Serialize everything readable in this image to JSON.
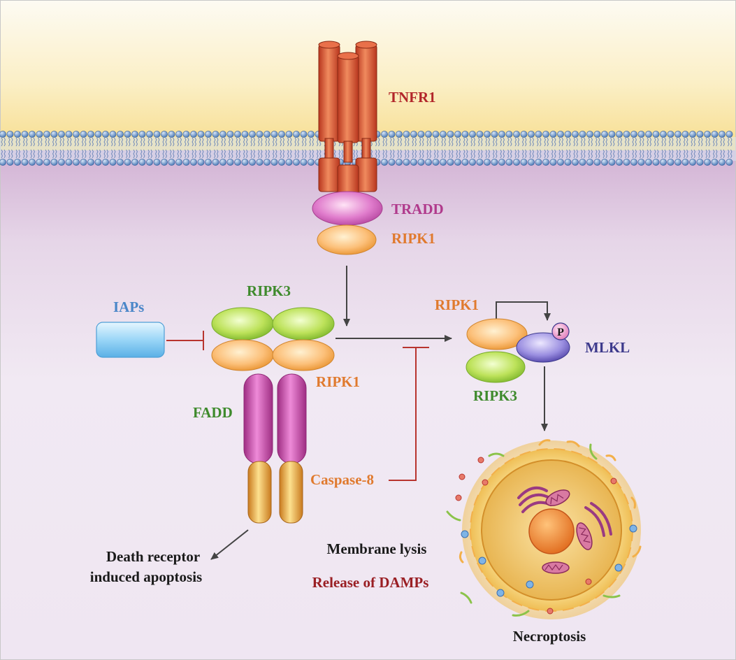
{
  "labels": {
    "tnfr1": "TNFR1",
    "tradd": "TRADD",
    "ripk1_top": "RIPK1",
    "iaps": "IAPs",
    "ripk3_complex": "RIPK3",
    "ripk1_complex": "RIPK1",
    "fadd": "FADD",
    "caspase8": "Caspase-8",
    "ripk1_necrosome": "RIPK1",
    "phospho": "P",
    "mlkl": "MLKL",
    "ripk3_necrosome": "RIPK3",
    "apoptosis_line1": "Death receptor",
    "apoptosis_line2": "induced apoptosis",
    "membrane_lysis": "Membrane lysis",
    "release_damps": "Release of DAMPs",
    "necroptosis": "Necroptosis"
  },
  "colors": {
    "tnfr1_label": "#b2262a",
    "tradd_label": "#b03a8c",
    "ripk1_label": "#e07a2e",
    "ripk3_label": "#3e8a2c",
    "iaps_label": "#4a86c8",
    "mlkl_label": "#3d3a8c",
    "damps_label": "#9a1f24",
    "dark_label": "#1a1a1a",
    "receptor": "#d9542e",
    "inhibition": "#b8342e",
    "arrow": "#444444"
  }
}
